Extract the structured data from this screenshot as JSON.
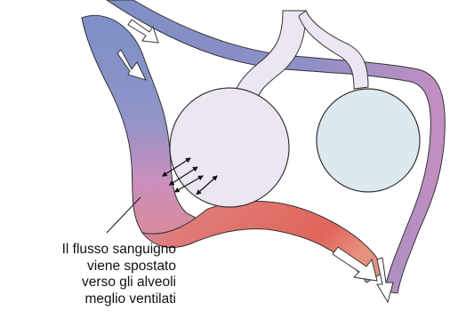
{
  "caption": {
    "lines": [
      "Il flusso sanguigno",
      "viene spostato",
      "verso gli alveoli",
      "meglio ventilati"
    ]
  },
  "top_fragment": "",
  "colors": {
    "venous_blue": "#7f8fc6",
    "arterial_red": "#e0655a",
    "mixed_purple": "#c67fb0",
    "poorly_ventilated_alveolus": "#dceaf0",
    "well_ventilated_alveolus": "#ebe6f1",
    "airway": "#ebe6f1",
    "outline": "#333333"
  },
  "icons": [
    "flow-arrow-icon",
    "diffusion-arrow-icon"
  ]
}
